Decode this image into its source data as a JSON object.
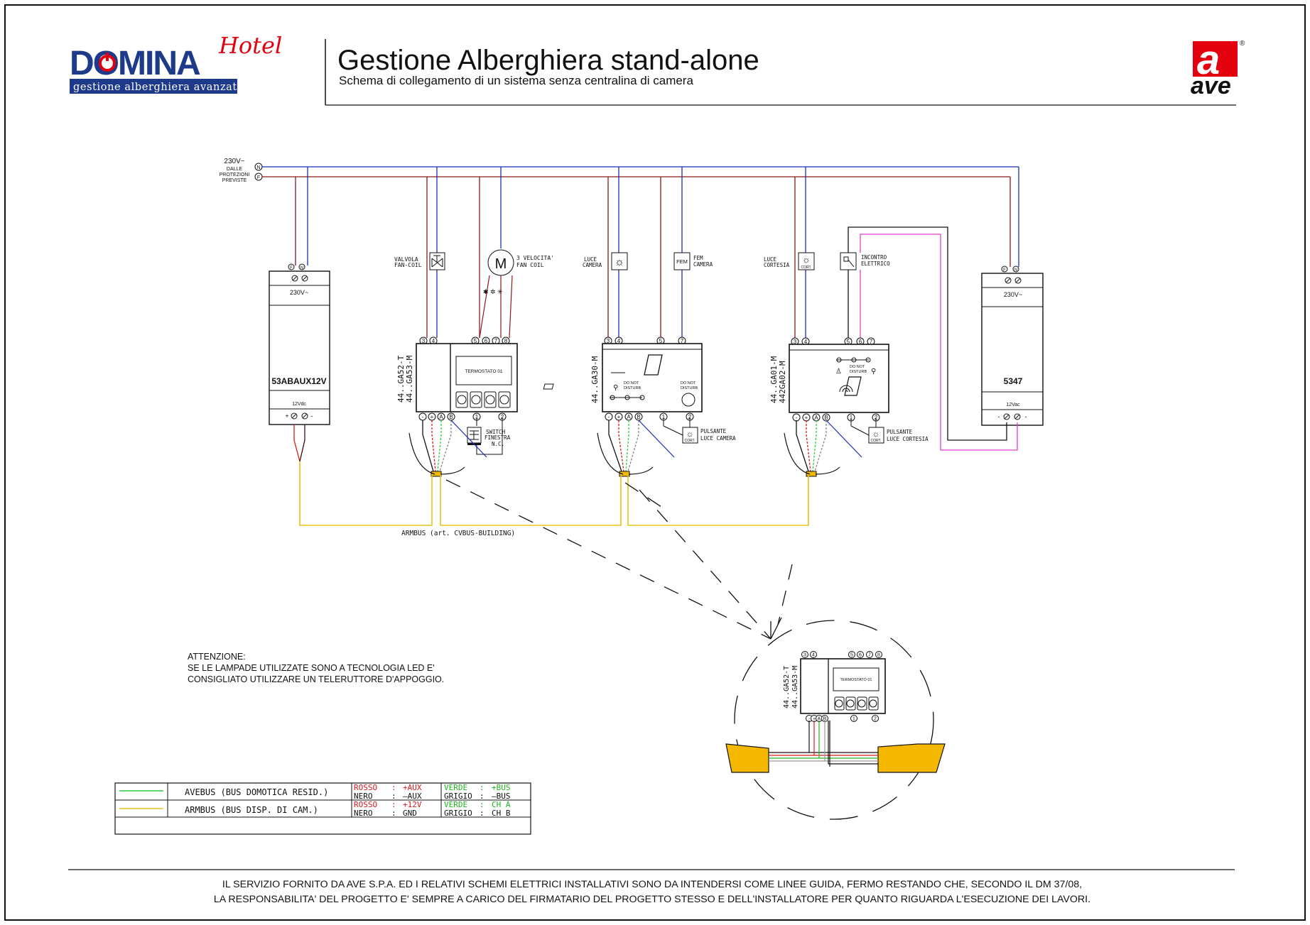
{
  "header": {
    "brand": "DOMINA",
    "brand_script": "Hotel",
    "brand_tagline": "gestione alberghiera avanzata",
    "title": "Gestione Alberghiera stand-alone",
    "subtitle": "Schema di collegamento di un sistema senza centralina di camera",
    "ave_mark": "a",
    "ave_word": "ave",
    "ave_reg": "®"
  },
  "supply": {
    "line1": "230V~",
    "line2": "DALLE",
    "line3": "PROTEZIONI",
    "line4": "PREVISTE",
    "n": "N",
    "f": "F"
  },
  "psu_left": {
    "model": "53ABAUX12V",
    "input": "230V~",
    "output": "12Vdc",
    "f": "F",
    "n": "N",
    "plus": "+",
    "minus": "-"
  },
  "psu_right": {
    "model": "5347",
    "input": "230V~",
    "output": "12Vac",
    "f": "F",
    "n": "N",
    "minus1": "-",
    "minus2": "-"
  },
  "module1": {
    "code1": "44..GA52-T",
    "code2": "44..GA53-M",
    "display": "TERMOSTATO 01",
    "loads": [
      {
        "label1": "VALVOLA",
        "label2": "FAN-COIL"
      },
      {
        "label1": "3 VELOCITA'",
        "label2": "FAN COIL",
        "motor": "M"
      }
    ],
    "top_terms": [
      "3",
      "4",
      "5",
      "6",
      "7",
      "8"
    ],
    "bottom_terms": [
      "-",
      "+",
      "A",
      "B",
      "1",
      "2"
    ],
    "switch": {
      "l1": "SWITCH",
      "l2": "FINESTRA",
      "l3": "N.C."
    }
  },
  "module2": {
    "code": "44..GA30-M",
    "dnd1": "DO NOT",
    "dnd2": "DISTURB",
    "dnd3": "DO NOT",
    "dnd4": "DISTURB",
    "loads": [
      {
        "label1": "LUCE",
        "label2": "CAMERA"
      },
      {
        "label1": "FEM",
        "label2": "CAMERA",
        "box": "FEM"
      }
    ],
    "top_terms": [
      "3",
      "4",
      "5",
      "7"
    ],
    "bottom_terms": [
      "-",
      "+",
      "A",
      "B",
      "1",
      "2"
    ],
    "button": {
      "l1": "PULSANTE",
      "l2": "LUCE CAMERA",
      "tag": "CORT."
    }
  },
  "module3": {
    "code1": "44..GA01-M",
    "code2": "442GA02-M",
    "dnd1": "DO NOT",
    "dnd2": "DISTURB",
    "loads": [
      {
        "label1": "LUCE",
        "label2": "CORTESIA",
        "tag": "CORT."
      },
      {
        "label1": "INCONTRO",
        "label2": "ELETTRICO"
      }
    ],
    "top_terms": [
      "3",
      "4",
      "5",
      "6",
      "7"
    ],
    "bottom_terms": [
      "-",
      "+",
      "A",
      "B",
      "1",
      "2"
    ],
    "button": {
      "l1": "PULSANTE",
      "l2": "LUCE CORTESIA",
      "tag": "CORT."
    }
  },
  "bus_label": "ARMBUS (art. CVBUS-BUILDING)",
  "detail": {
    "code1": "44..GA52-T",
    "code2": "44..GA53-M",
    "display": "TERMOSTATO 01",
    "top_terms": [
      "3",
      "4",
      "5",
      "6",
      "7",
      "8"
    ],
    "bottom_terms": [
      "-",
      "+",
      "A",
      "B",
      "1",
      "2"
    ]
  },
  "note": {
    "l1": "ATTENZIONE:",
    "l2": "SE LE LAMPADE UTILIZZATE SONO A TECNOLOGIA LED E'",
    "l3": "CONSIGLIATO UTILIZZARE UN TELERUTTORE D'APPOGGIO."
  },
  "legend": {
    "rows": [
      {
        "name": "AVEBUS (BUS DOMOTICA RESID.)",
        "line_color": "#2ecc40",
        "r1a": "ROSSO",
        "r1b": ":",
        "r1c": "+AUX",
        "r2a": "NERO",
        "r2b": ":",
        "r2c": "—AUX",
        "g1a": "VERDE",
        "g1b": ":",
        "g1c": "+BUS",
        "g2a": "GRIGIO",
        "g2b": ":",
        "g2c": "—BUS"
      },
      {
        "name": "ARMBUS (BUS DISP. DI CAM.)",
        "line_color": "#e8c31a",
        "r1a": "ROSSO",
        "r1b": ":",
        "r1c": "+12V",
        "r2a": "NERO",
        "r2b": ":",
        "r2c": "GND",
        "g1a": "VERDE",
        "g1b": ":",
        "g1c": "CH  A",
        "g2a": "GRIGIO",
        "g2b": ":",
        "g2c": "CH  B"
      }
    ]
  },
  "footer": {
    "l1": "IL SERVIZIO FORNITO DA AVE S.P.A. ED I RELATIVI SCHEMI ELETTRICI INSTALLATIVI SONO DA INTENDERSI COME LINEE GUIDA, FERMO RESTANDO CHE, SECONDO IL DM 37/08,",
    "l2": "LA RESPONSABILITA' DEL PROGETTO E' SEMPRE A CARICO DEL FIRMATARIO DEL PROGETTO STESSO E DELL'INSTALLATORE PER QUANTO RIGUARDA L'ESECUZIONE DEI LAVORI."
  },
  "colors": {
    "phase": "#8b1a1a",
    "neutral": "#1a2fb8",
    "armbus": "#e8c31a",
    "avebus": "#2ecc40",
    "magenta": "#e040d0",
    "brand_blue": "#1e3a8a",
    "ave_red": "#e3000f"
  }
}
